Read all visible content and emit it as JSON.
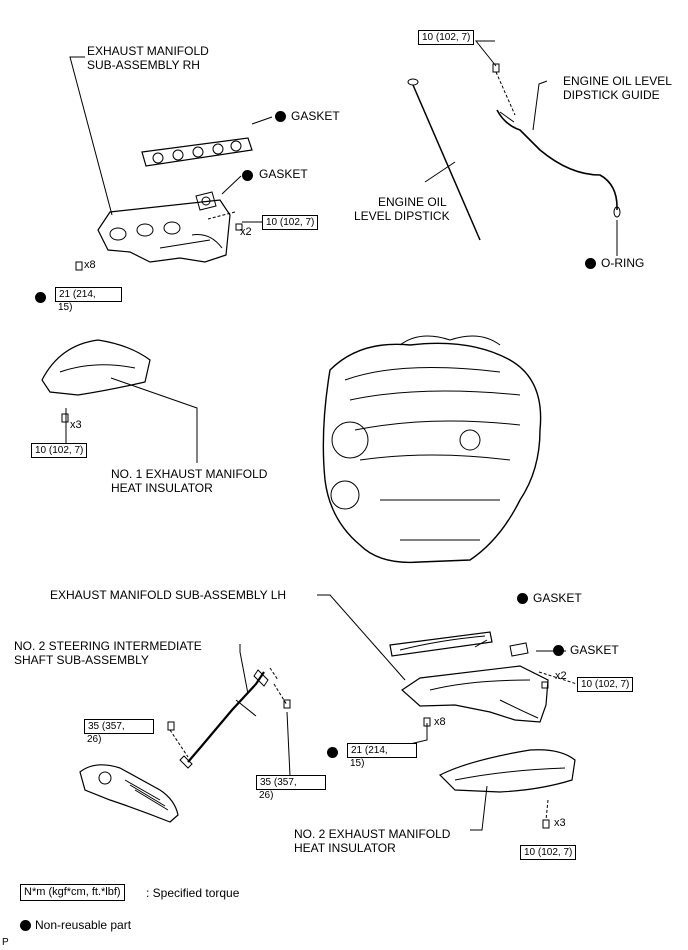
{
  "labels": {
    "manifold_rh_1": "EXHAUST MANIFOLD",
    "manifold_rh_2": "SUB-ASSEMBLY RH",
    "gasket": "GASKET",
    "engine_oil_level_1": "ENGINE OIL LEVEL",
    "engine_oil_level_2": "DIPSTICK GUIDE",
    "engine_oil_1": "ENGINE OIL",
    "engine_oil_2": "LEVEL DIPSTICK",
    "o_ring": "O-RING",
    "heat_ins_1_a": "NO. 1 EXHAUST MANIFOLD",
    "heat_ins_1_b": "HEAT INSULATOR",
    "manifold_lh": "EXHAUST MANIFOLD SUB-ASSEMBLY LH",
    "steering_1": "NO. 2 STEERING INTERMEDIATE",
    "steering_2": "SHAFT SUB-ASSEMBLY",
    "heat_ins_2_a": "NO. 2 EXHAUST MANIFOLD",
    "heat_ins_2_b": "HEAT INSULATOR"
  },
  "torques": {
    "t10": "10 (102, 7)",
    "t21_a": "21 (214,",
    "t21_b": "15)",
    "t35_a": "35 (357,",
    "t35_b": "26)"
  },
  "quantities": {
    "x8": "x8",
    "x2": "x2",
    "x3": "x3"
  },
  "legend": {
    "unit": "N*m (kgf*cm, ft.*lbf)",
    "specified": ": Specified torque",
    "non_reusable": "Non-reusable part"
  },
  "corner_mark": "P"
}
